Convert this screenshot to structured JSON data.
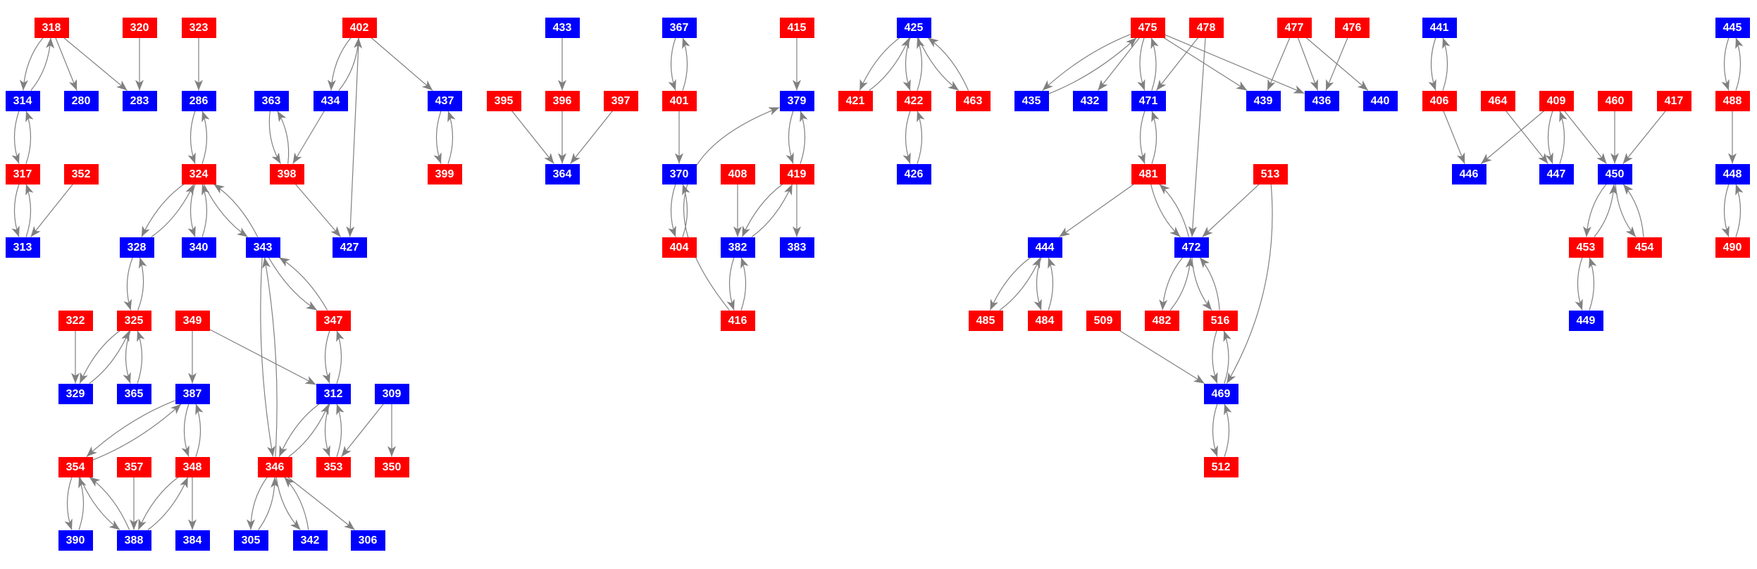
{
  "colors": {
    "red": "#ff0000",
    "blue": "#0000ff",
    "edge": "#808080"
  },
  "nodes": [
    {
      "id": "318",
      "type": "red"
    },
    {
      "id": "320",
      "type": "red"
    },
    {
      "id": "323",
      "type": "red"
    },
    {
      "id": "402",
      "type": "red"
    },
    {
      "id": "314",
      "type": "blue"
    },
    {
      "id": "280",
      "type": "blue"
    },
    {
      "id": "283",
      "type": "blue"
    },
    {
      "id": "286",
      "type": "blue"
    },
    {
      "id": "363",
      "type": "blue"
    },
    {
      "id": "434",
      "type": "blue"
    },
    {
      "id": "437",
      "type": "blue"
    },
    {
      "id": "317",
      "type": "red"
    },
    {
      "id": "352",
      "type": "red"
    },
    {
      "id": "324",
      "type": "red"
    },
    {
      "id": "398",
      "type": "red"
    },
    {
      "id": "399",
      "type": "red"
    },
    {
      "id": "313",
      "type": "blue"
    },
    {
      "id": "328",
      "type": "blue"
    },
    {
      "id": "340",
      "type": "blue"
    },
    {
      "id": "343",
      "type": "blue"
    },
    {
      "id": "427",
      "type": "blue"
    },
    {
      "id": "322",
      "type": "red"
    },
    {
      "id": "325",
      "type": "red"
    },
    {
      "id": "349",
      "type": "red"
    },
    {
      "id": "347",
      "type": "red"
    },
    {
      "id": "329",
      "type": "blue"
    },
    {
      "id": "365",
      "type": "blue"
    },
    {
      "id": "387",
      "type": "blue"
    },
    {
      "id": "312",
      "type": "blue"
    },
    {
      "id": "309",
      "type": "blue"
    },
    {
      "id": "354",
      "type": "red"
    },
    {
      "id": "357",
      "type": "red"
    },
    {
      "id": "348",
      "type": "red"
    },
    {
      "id": "346",
      "type": "red"
    },
    {
      "id": "353",
      "type": "red"
    },
    {
      "id": "350",
      "type": "red"
    },
    {
      "id": "390",
      "type": "blue"
    },
    {
      "id": "388",
      "type": "blue"
    },
    {
      "id": "384",
      "type": "blue"
    },
    {
      "id": "305",
      "type": "blue"
    },
    {
      "id": "342",
      "type": "blue"
    },
    {
      "id": "306",
      "type": "blue"
    },
    {
      "id": "433",
      "type": "blue"
    },
    {
      "id": "367",
      "type": "blue"
    },
    {
      "id": "415",
      "type": "red"
    },
    {
      "id": "395",
      "type": "red"
    },
    {
      "id": "396",
      "type": "red"
    },
    {
      "id": "397",
      "type": "red"
    },
    {
      "id": "401",
      "type": "red"
    },
    {
      "id": "379",
      "type": "blue"
    },
    {
      "id": "421",
      "type": "red"
    },
    {
      "id": "364",
      "type": "blue"
    },
    {
      "id": "370",
      "type": "blue"
    },
    {
      "id": "408",
      "type": "red"
    },
    {
      "id": "419",
      "type": "red"
    },
    {
      "id": "404",
      "type": "red"
    },
    {
      "id": "382",
      "type": "blue"
    },
    {
      "id": "383",
      "type": "blue"
    },
    {
      "id": "416",
      "type": "red"
    },
    {
      "id": "425",
      "type": "blue"
    },
    {
      "id": "422",
      "type": "red"
    },
    {
      "id": "463",
      "type": "red"
    },
    {
      "id": "426",
      "type": "blue"
    },
    {
      "id": "475",
      "type": "red"
    },
    {
      "id": "478",
      "type": "red"
    },
    {
      "id": "477",
      "type": "red"
    },
    {
      "id": "476",
      "type": "red"
    },
    {
      "id": "435",
      "type": "blue"
    },
    {
      "id": "432",
      "type": "blue"
    },
    {
      "id": "471",
      "type": "blue"
    },
    {
      "id": "439",
      "type": "blue"
    },
    {
      "id": "436",
      "type": "blue"
    },
    {
      "id": "440",
      "type": "blue"
    },
    {
      "id": "481",
      "type": "red"
    },
    {
      "id": "513",
      "type": "red"
    },
    {
      "id": "444",
      "type": "blue"
    },
    {
      "id": "472",
      "type": "blue"
    },
    {
      "id": "485",
      "type": "red"
    },
    {
      "id": "484",
      "type": "red"
    },
    {
      "id": "509",
      "type": "red"
    },
    {
      "id": "482",
      "type": "red"
    },
    {
      "id": "516",
      "type": "red"
    },
    {
      "id": "469",
      "type": "blue"
    },
    {
      "id": "512",
      "type": "red"
    },
    {
      "id": "441",
      "type": "blue"
    },
    {
      "id": "445",
      "type": "blue"
    },
    {
      "id": "406",
      "type": "red"
    },
    {
      "id": "464",
      "type": "red"
    },
    {
      "id": "409",
      "type": "red"
    },
    {
      "id": "460",
      "type": "red"
    },
    {
      "id": "417",
      "type": "red"
    },
    {
      "id": "488",
      "type": "red"
    },
    {
      "id": "446",
      "type": "blue"
    },
    {
      "id": "447",
      "type": "blue"
    },
    {
      "id": "450",
      "type": "blue"
    },
    {
      "id": "448",
      "type": "blue"
    },
    {
      "id": "453",
      "type": "red"
    },
    {
      "id": "454",
      "type": "red"
    },
    {
      "id": "490",
      "type": "red"
    },
    {
      "id": "449",
      "type": "blue"
    }
  ],
  "edges": [
    [
      "318",
      "314"
    ],
    [
      "314",
      "318"
    ],
    [
      "318",
      "280"
    ],
    [
      "318",
      "283"
    ],
    [
      "320",
      "283"
    ],
    [
      "314",
      "317"
    ],
    [
      "317",
      "314"
    ],
    [
      "317",
      "313"
    ],
    [
      "313",
      "317"
    ],
    [
      "352",
      "313"
    ],
    [
      "323",
      "286"
    ],
    [
      "286",
      "324"
    ],
    [
      "324",
      "286"
    ],
    [
      "324",
      "328"
    ],
    [
      "328",
      "324"
    ],
    [
      "324",
      "340"
    ],
    [
      "340",
      "324"
    ],
    [
      "324",
      "343"
    ],
    [
      "343",
      "324"
    ],
    [
      "328",
      "325"
    ],
    [
      "325",
      "328"
    ],
    [
      "322",
      "329"
    ],
    [
      "325",
      "329"
    ],
    [
      "329",
      "325"
    ],
    [
      "325",
      "365"
    ],
    [
      "365",
      "325"
    ],
    [
      "343",
      "346"
    ],
    [
      "346",
      "343"
    ],
    [
      "343",
      "347"
    ],
    [
      "347",
      "343"
    ],
    [
      "349",
      "387"
    ],
    [
      "349",
      "312"
    ],
    [
      "347",
      "312"
    ],
    [
      "312",
      "347"
    ],
    [
      "312",
      "346"
    ],
    [
      "346",
      "312"
    ],
    [
      "312",
      "353"
    ],
    [
      "353",
      "312"
    ],
    [
      "309",
      "353"
    ],
    [
      "309",
      "350"
    ],
    [
      "387",
      "354"
    ],
    [
      "354",
      "387"
    ],
    [
      "387",
      "348"
    ],
    [
      "348",
      "387"
    ],
    [
      "354",
      "390"
    ],
    [
      "390",
      "354"
    ],
    [
      "354",
      "388"
    ],
    [
      "388",
      "354"
    ],
    [
      "357",
      "388"
    ],
    [
      "348",
      "388"
    ],
    [
      "388",
      "348"
    ],
    [
      "348",
      "384"
    ],
    [
      "346",
      "305"
    ],
    [
      "305",
      "346"
    ],
    [
      "346",
      "342"
    ],
    [
      "342",
      "346"
    ],
    [
      "346",
      "306"
    ],
    [
      "402",
      "434"
    ],
    [
      "434",
      "402"
    ],
    [
      "402",
      "437"
    ],
    [
      "402",
      "427"
    ],
    [
      "363",
      "398"
    ],
    [
      "398",
      "363"
    ],
    [
      "434",
      "398"
    ],
    [
      "398",
      "427"
    ],
    [
      "437",
      "399"
    ],
    [
      "399",
      "437"
    ],
    [
      "433",
      "396"
    ],
    [
      "395",
      "364"
    ],
    [
      "396",
      "364"
    ],
    [
      "397",
      "364"
    ],
    [
      "367",
      "401"
    ],
    [
      "401",
      "367"
    ],
    [
      "401",
      "370"
    ],
    [
      "370",
      "404"
    ],
    [
      "404",
      "370"
    ],
    [
      "415",
      "379"
    ],
    [
      "379",
      "419"
    ],
    [
      "419",
      "379"
    ],
    [
      "408",
      "382"
    ],
    [
      "419",
      "382"
    ],
    [
      "382",
      "419"
    ],
    [
      "419",
      "383"
    ],
    [
      "382",
      "416"
    ],
    [
      "416",
      "382"
    ],
    [
      "416",
      "379"
    ],
    [
      "425",
      "421"
    ],
    [
      "421",
      "425"
    ],
    [
      "425",
      "422"
    ],
    [
      "422",
      "425"
    ],
    [
      "425",
      "463"
    ],
    [
      "463",
      "425"
    ],
    [
      "422",
      "426"
    ],
    [
      "426",
      "422"
    ],
    [
      "475",
      "435"
    ],
    [
      "435",
      "475"
    ],
    [
      "475",
      "432"
    ],
    [
      "475",
      "471"
    ],
    [
      "471",
      "475"
    ],
    [
      "478",
      "471"
    ],
    [
      "475",
      "439"
    ],
    [
      "475",
      "436"
    ],
    [
      "478",
      "472"
    ],
    [
      "477",
      "439"
    ],
    [
      "477",
      "436"
    ],
    [
      "477",
      "440"
    ],
    [
      "476",
      "436"
    ],
    [
      "471",
      "481"
    ],
    [
      "481",
      "471"
    ],
    [
      "481",
      "444"
    ],
    [
      "481",
      "472"
    ],
    [
      "472",
      "481"
    ],
    [
      "513",
      "472"
    ],
    [
      "513",
      "469"
    ],
    [
      "444",
      "485"
    ],
    [
      "485",
      "444"
    ],
    [
      "444",
      "484"
    ],
    [
      "484",
      "444"
    ],
    [
      "472",
      "482"
    ],
    [
      "482",
      "472"
    ],
    [
      "472",
      "516"
    ],
    [
      "516",
      "472"
    ],
    [
      "509",
      "469"
    ],
    [
      "516",
      "469"
    ],
    [
      "469",
      "516"
    ],
    [
      "469",
      "512"
    ],
    [
      "512",
      "469"
    ],
    [
      "441",
      "406"
    ],
    [
      "406",
      "441"
    ],
    [
      "406",
      "446"
    ],
    [
      "409",
      "446"
    ],
    [
      "464",
      "447"
    ],
    [
      "409",
      "447"
    ],
    [
      "447",
      "409"
    ],
    [
      "409",
      "450"
    ],
    [
      "460",
      "450"
    ],
    [
      "417",
      "450"
    ],
    [
      "450",
      "453"
    ],
    [
      "453",
      "450"
    ],
    [
      "450",
      "454"
    ],
    [
      "454",
      "450"
    ],
    [
      "453",
      "449"
    ],
    [
      "449",
      "453"
    ],
    [
      "445",
      "488"
    ],
    [
      "488",
      "445"
    ],
    [
      "488",
      "448"
    ],
    [
      "448",
      "490"
    ],
    [
      "490",
      "448"
    ]
  ]
}
